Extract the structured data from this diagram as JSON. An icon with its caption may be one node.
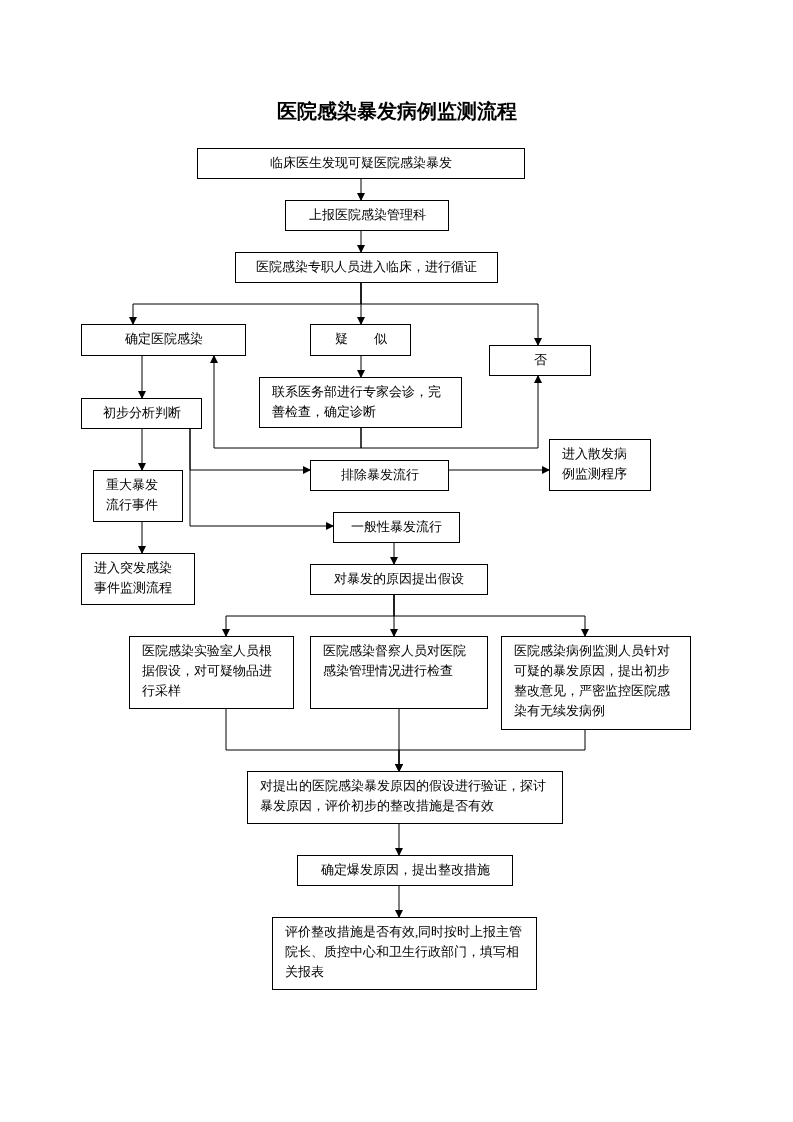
{
  "diagram": {
    "title": "医院感染暴发病例监测流程",
    "nodes": [
      {
        "text": [
          "临床医生发现可疑医院感染暴发"
        ]
      },
      {
        "text": [
          "上报医院感染管理科"
        ]
      },
      {
        "text": [
          "医院感染专职人员进入临床，进行循证"
        ]
      },
      {
        "text": [
          "确定医院感染"
        ]
      },
      {
        "text": [
          "疑　　似"
        ]
      },
      {
        "text": [
          "否"
        ]
      },
      {
        "text": [
          "联系医务部进行专家会诊，完善检查，确定诊断"
        ]
      },
      {
        "text": [
          "初步分析判断"
        ]
      },
      {
        "text": [
          "重大暴发流行事件"
        ]
      },
      {
        "text": [
          "排除暴发流行"
        ]
      },
      {
        "text": [
          "进入散发病例监测程序"
        ]
      },
      {
        "text": [
          "一般性暴发流行"
        ]
      },
      {
        "text": [
          "进入突发感染事件监测流程"
        ]
      },
      {
        "text": [
          "对暴发的原因提出假设"
        ]
      },
      {
        "text": [
          "医院感染实验室人员根据假设，对可疑物品进行采样"
        ]
      },
      {
        "text": [
          "医院感染督察人员对医院感染管理情况进行检查"
        ]
      },
      {
        "text": [
          "医院感染病例监测人员针对可疑的暴发原因，提出初步整改意见，严密监控医院感染有无续发病例"
        ]
      },
      {
        "text": [
          "对提出的医院感染暴发原因的假设进行验证，探讨暴发原因，评价初步的整改措施是否有效"
        ]
      },
      {
        "text": [
          "确定爆发原因，提出整改措施"
        ]
      },
      {
        "text": [
          "评价整改措施是否有效,同时按时上报主管院长、质控中心和卫生行政部门，填写相关报表"
        ]
      }
    ],
    "edges": [
      {
        "from": 0,
        "to": 1,
        "arrow": "to"
      },
      {
        "from": 1,
        "to": 2,
        "arrow": "to"
      },
      {
        "from": 2,
        "to": 3,
        "arrow": "to"
      },
      {
        "from": 2,
        "to": 4,
        "arrow": "to"
      },
      {
        "from": 2,
        "to": 5,
        "arrow": "to"
      },
      {
        "from": 4,
        "to": 6,
        "arrow": "to"
      },
      {
        "from": 6,
        "to": 3,
        "arrow": "to"
      },
      {
        "from": 6,
        "to": 5,
        "arrow": "to"
      },
      {
        "from": 3,
        "to": 7,
        "arrow": "to"
      },
      {
        "from": 7,
        "to": 8,
        "arrow": "to"
      },
      {
        "from": 7,
        "to": 9,
        "arrow": "to"
      },
      {
        "from": 7,
        "to": 11,
        "arrow": "to"
      },
      {
        "from": 9,
        "to": 10,
        "arrow": "to"
      },
      {
        "from": 8,
        "to": 12,
        "arrow": "to"
      },
      {
        "from": 11,
        "to": 13,
        "arrow": "to"
      },
      {
        "from": 13,
        "to": 14,
        "arrow": "to"
      },
      {
        "from": 13,
        "to": 15,
        "arrow": "to"
      },
      {
        "from": 13,
        "to": 16,
        "arrow": "to"
      },
      {
        "from": 14,
        "to": 17,
        "arrow": "to"
      },
      {
        "from": 15,
        "to": 17,
        "arrow": "to"
      },
      {
        "from": 16,
        "to": 17,
        "arrow": "to"
      },
      {
        "from": 17,
        "to": 18,
        "arrow": "to"
      },
      {
        "from": 18,
        "to": 19,
        "arrow": "to"
      }
    ]
  }
}
